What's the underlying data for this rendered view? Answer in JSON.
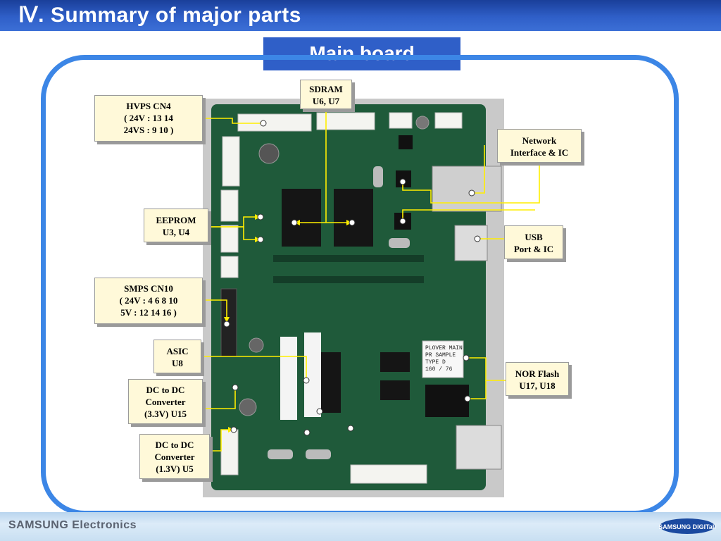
{
  "header": {
    "title": "Ⅳ. Summary of major parts"
  },
  "subtitle": "Main board",
  "labels": {
    "hvps": "HVPS CN4\n( 24V : 13 14\n24VS : 9 10  )",
    "sdram": "SDRAM\nU6, U7",
    "network": "Network\nInterface & IC",
    "eeprom": "EEPROM\nU3, U4",
    "usb": "USB\nPort & IC",
    "smps": "SMPS CN10\n( 24V : 4 6 8 10\n    5V : 12 14 16 )",
    "asic": "ASIC\nU8",
    "norflash": "NOR Flash\nU17, U18",
    "dc33": "DC to DC\nConverter\n(3.3V)  U15",
    "dc13": "DC to DC\nConverter\n(1.3V)  U5"
  },
  "chips": {
    "plover_label": "PLOVER MAIN\nPR SAMPLE\nTYPE D\n160 / 76"
  },
  "footer": {
    "brand": "SAMSUNG Electronics",
    "logo": "SAMSUNG DIGITall"
  },
  "colors": {
    "title_bar": "#2f5fc8",
    "frame": "#3c86e6",
    "label_fill": "#fff9d9",
    "connector_line": "#ffee00",
    "pcb": "#1f5a3a"
  }
}
